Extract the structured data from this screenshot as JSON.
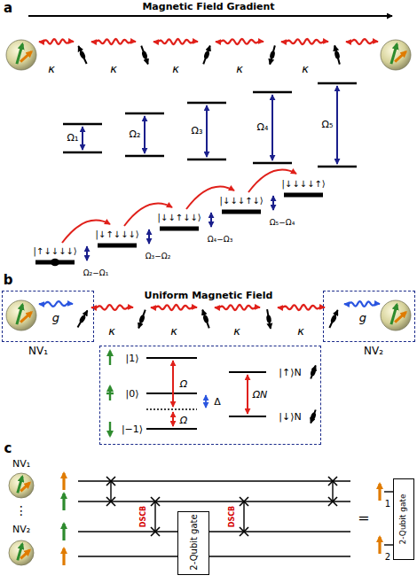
{
  "diagram": {
    "nodes": [
      {
        "text": [
          "NV₁",
          "g"
        ]
      },
      {
        "text": [
          "NV₂",
          "g"
        ]
      },
      {
        "text": [
          "|1⟩",
          "|0⟩",
          "|−1⟩",
          "Ω",
          "Ω",
          "Δ",
          "|↑⟩N",
          "|↓⟩N",
          "ΩN"
        ]
      },
      {
        "text": [
          "2-Qubit gate"
        ]
      },
      {
        "text": [
          "2-Qubit gate"
        ]
      }
    ],
    "labels": [
      "a",
      "Magnetic Field Gradient",
      "κ",
      "κ",
      "κ",
      "κ",
      "κ",
      "Ω₁",
      "Ω₂",
      "Ω₃",
      "Ω₄",
      "Ω₅",
      "|↑↓↓↓↓⟩",
      "|↓↑↓↓↓⟩",
      "|↓↓↑↓↓⟩",
      "|↓↓↓↑↓⟩",
      "|↓↓↓↓↑⟩",
      "Ω₂−Ω₁",
      "Ω₃−Ω₂",
      "Ω₄−Ω₃",
      "Ω₅−Ω₄",
      "b",
      "Uniform Magnetic Field",
      "κ",
      "κ",
      "κ",
      "κ",
      "c",
      "NV₁",
      "⋮",
      "NV₂",
      "DSCB",
      "DSCB",
      "=",
      "1",
      "2"
    ]
  }
}
